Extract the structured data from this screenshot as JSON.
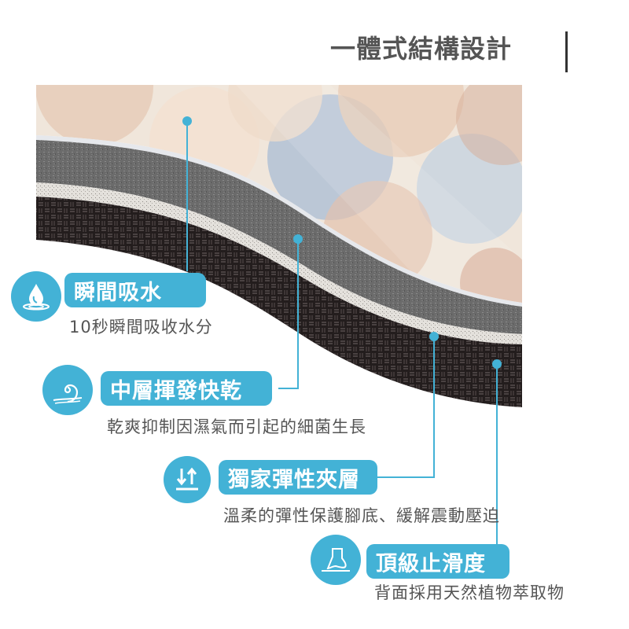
{
  "title": "一體式結構設計",
  "colors": {
    "accent": "#43b2d6",
    "title_text": "#555555",
    "body_text": "#555555",
    "top_layer_base": "#efe6dc",
    "gray_layer": "#6a6a6a",
    "foam_layer": "#d9d6d2",
    "base_layer": "#2a2424"
  },
  "layers": [
    {
      "name": "top pattern layer",
      "pointer": "dot"
    },
    {
      "name": "gray textured layer",
      "pointer": "dot"
    },
    {
      "name": "white foam layer",
      "pointer": "dot"
    },
    {
      "name": "black woven base",
      "pointer": "dot"
    }
  ],
  "callouts": [
    {
      "icon": "water-drop-icon",
      "label": "瞬間吸水",
      "description": "10秒瞬間吸收水分"
    },
    {
      "icon": "spiral-wind-icon",
      "label": "中層揮發快乾",
      "description": "乾爽抑制因濕氣而引起的細菌生長"
    },
    {
      "icon": "down-up-arrows-icon",
      "label": "獨家彈性夾層",
      "description": "溫柔的彈性保護腳底、緩解震動壓迫"
    },
    {
      "icon": "foot-icon",
      "label": "頂級止滑度",
      "description": "背面採用天然植物萃取物"
    }
  ]
}
